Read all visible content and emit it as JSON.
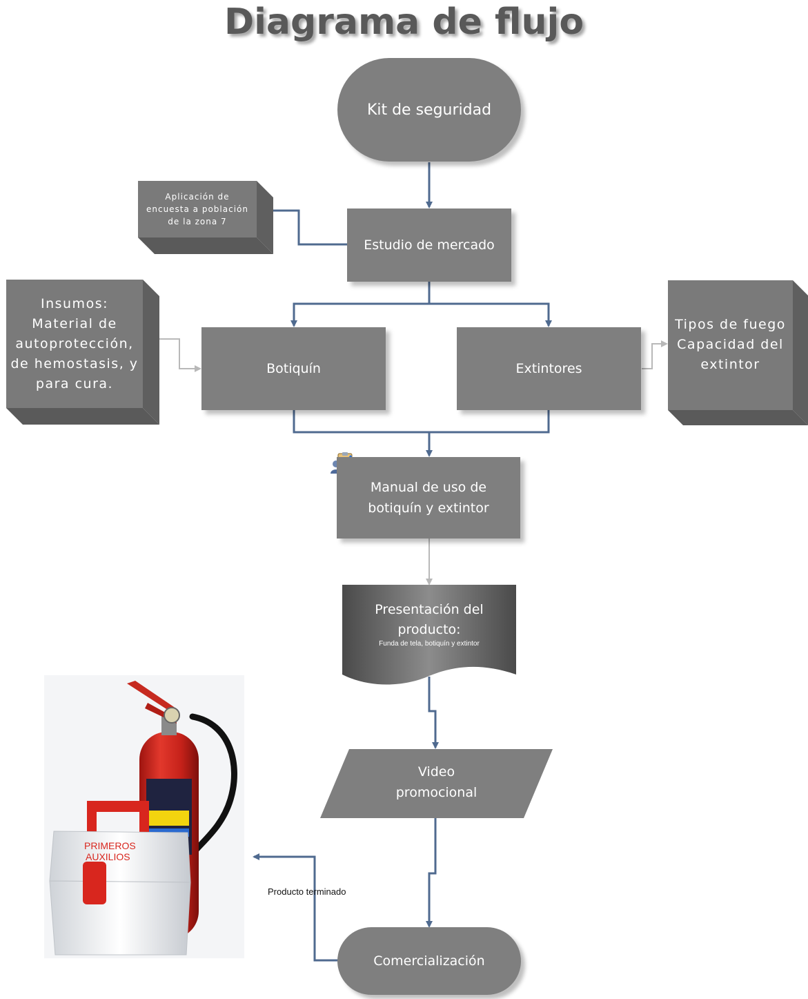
{
  "title": "Diagrama de flujo",
  "nodes": {
    "kit": "Kit de seguridad",
    "estudio": "Estudio de mercado",
    "encuesta": "Aplicación de\nencuesta a población\nde la zona 7",
    "botiquin": "Botiquín",
    "extintores": "Extintores",
    "insumos": "Insumos:\nMaterial de\nautoprotección,\nde hemostasis, y\npara cura.",
    "tipos_fuego": "Tipos de fuego\nCapacidad del\nextintor",
    "manual": "Manual de uso de\nbotiquín y extintor",
    "presentacion_title": "Presentación del\nproducto:",
    "presentacion_sub": "Funda de tela, botiquín y extintor",
    "video": "Video\npromocional",
    "comercializacion": "Comercialización"
  },
  "edge_labels": {
    "producto_terminado": "Producto terminado"
  },
  "photo": {
    "kit_label": "PRIMEROS\nAUXILIOS"
  },
  "colors": {
    "node_fill": "#7f7f7f",
    "connector": "#4f6a8f",
    "connector_light": "#b8b8b8",
    "extinguisher_red": "#d4231b"
  }
}
